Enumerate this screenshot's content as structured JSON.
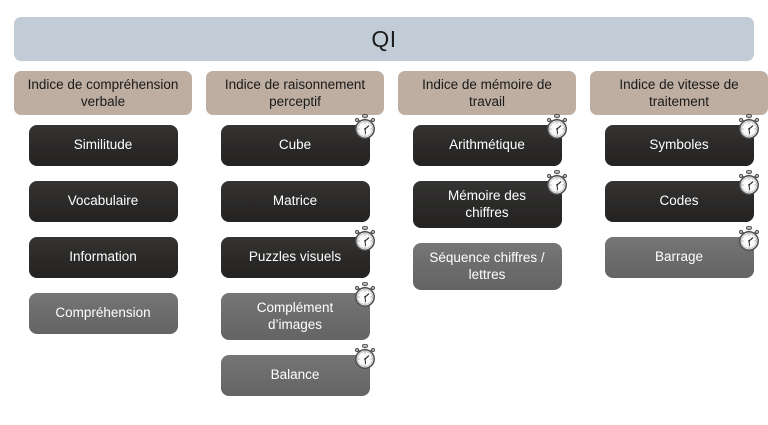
{
  "title": "QI",
  "banner": {
    "label": "QI",
    "color": "#c2ccd6"
  },
  "legend": {
    "dark_color": "#2c2b2a",
    "grey_color": "#6f6e6e",
    "header_color": "#bdaea1",
    "timer_icon": "stopwatch-icon"
  },
  "columns": [
    {
      "index_label": "Indice de compréhension verbale",
      "subtests": [
        {
          "label": "Similitude",
          "style": "dark",
          "timed": false,
          "lines": 1
        },
        {
          "label": "Vocabulaire",
          "style": "dark",
          "timed": false,
          "lines": 1
        },
        {
          "label": "Information",
          "style": "dark",
          "timed": false,
          "lines": 1
        },
        {
          "label": "Compréhension",
          "style": "grey",
          "timed": false,
          "lines": 1
        }
      ]
    },
    {
      "index_label": "Indice de raisonnement perceptif",
      "subtests": [
        {
          "label": "Cube",
          "style": "dark",
          "timed": true,
          "lines": 1
        },
        {
          "label": "Matrice",
          "style": "dark",
          "timed": false,
          "lines": 1
        },
        {
          "label": "Puzzles visuels",
          "style": "dark",
          "timed": true,
          "lines": 1
        },
        {
          "label": "Complément d’images",
          "style": "grey",
          "timed": true,
          "lines": 2
        },
        {
          "label": "Balance",
          "style": "grey",
          "timed": true,
          "lines": 1
        }
      ]
    },
    {
      "index_label": "Indice de mémoire de travail",
      "subtests": [
        {
          "label": "Arithmétique",
          "style": "dark",
          "timed": true,
          "lines": 1
        },
        {
          "label": "Mémoire des chiffres",
          "style": "dark",
          "timed": true,
          "lines": 2
        },
        {
          "label": "Séquence chiffres / lettres",
          "style": "grey",
          "timed": false,
          "lines": 2
        }
      ]
    },
    {
      "index_label": "Indice de vitesse de traitement",
      "subtests": [
        {
          "label": "Symboles",
          "style": "dark",
          "timed": true,
          "lines": 1
        },
        {
          "label": "Codes",
          "style": "dark",
          "timed": true,
          "lines": 1
        },
        {
          "label": "Barrage",
          "style": "grey",
          "timed": true,
          "lines": 1
        }
      ]
    }
  ]
}
